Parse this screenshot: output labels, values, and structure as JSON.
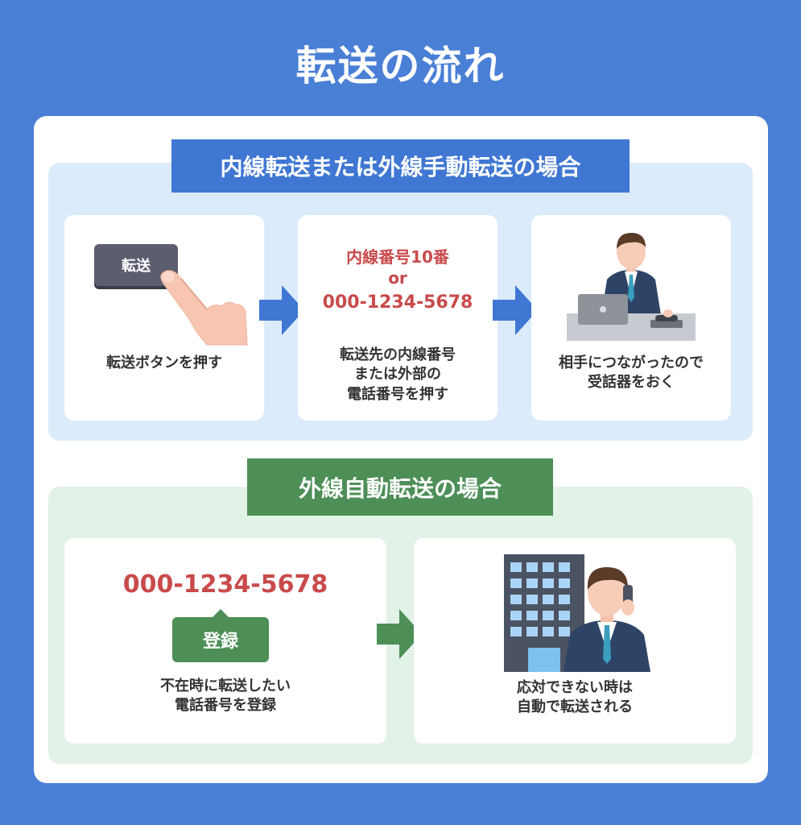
{
  "title": "転送の流れ",
  "section_internal": {
    "heading": "内線転送または外線手動転送の場合",
    "step1": {
      "key_label": "転送",
      "caption": "転送ボタンを押す"
    },
    "step2": {
      "ext_number": "内線番号10番",
      "or": "or",
      "phone_number": "000-1234-5678",
      "caption_line1": "転送先の内線番号",
      "caption_line2": "または外部の",
      "caption_line3": "電話番号を押す"
    },
    "step3": {
      "caption_line1": "相手につながったので",
      "caption_line2": "受話器をおく"
    }
  },
  "section_external": {
    "heading": "外線自動転送の場合",
    "step1": {
      "phone_number": "000-1234-5678",
      "register_label": "登録",
      "caption_line1": "不在時に転送したい",
      "caption_line2": "電話番号を登録"
    },
    "step2": {
      "caption_line1": "応対できない時は",
      "caption_line2": "自動で転送される"
    }
  },
  "colors": {
    "background": "#4a7fd6",
    "blue_accent": "#3f77d3",
    "green_accent": "#4d8f57",
    "red_text": "#c94a4b"
  }
}
